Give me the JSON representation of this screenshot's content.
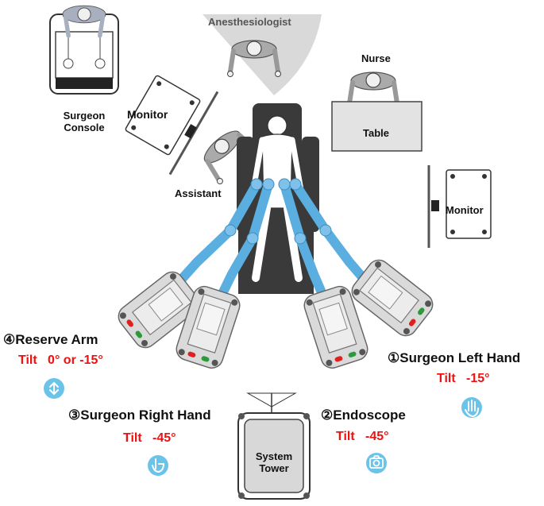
{
  "labels": {
    "anesthesiologist": "Anesthesiologist",
    "surgeon_console_line1": "Surgeon",
    "surgeon_console_line2": "Console",
    "monitor_left": "Monitor",
    "monitor_right": "Monitor",
    "nurse": "Nurse",
    "table": "Table",
    "assistant": "Assistant",
    "system_tower_line1": "System",
    "system_tower_line2": "Tower"
  },
  "arms": [
    {
      "number": "④",
      "name": "Reserve Arm",
      "tilt_word": "Tilt",
      "tilt_value": "0° or -15°",
      "icon": "move-arrows-icon"
    },
    {
      "number": "①",
      "name": "Surgeon Left Hand",
      "tilt_word": "Tilt",
      "tilt_value": "-15°",
      "icon": "hand-icon"
    },
    {
      "number": "③",
      "name": "Surgeon Right Hand",
      "tilt_word": "Tilt",
      "tilt_value": "-45°",
      "icon": "pointing-hand-icon"
    },
    {
      "number": "②",
      "name": "Endoscope",
      "tilt_word": "Tilt",
      "tilt_value": "-45°",
      "icon": "camera-icon"
    }
  ],
  "colors": {
    "arm_blue": "#5aaee0",
    "cart_gray": "#d8d8d8",
    "tilt_red": "#ee1111",
    "icon_blue": "#6cc3ea",
    "bed_dark": "#3a3a3a",
    "light_red": "#e02020",
    "light_green": "#2a9a3a"
  }
}
